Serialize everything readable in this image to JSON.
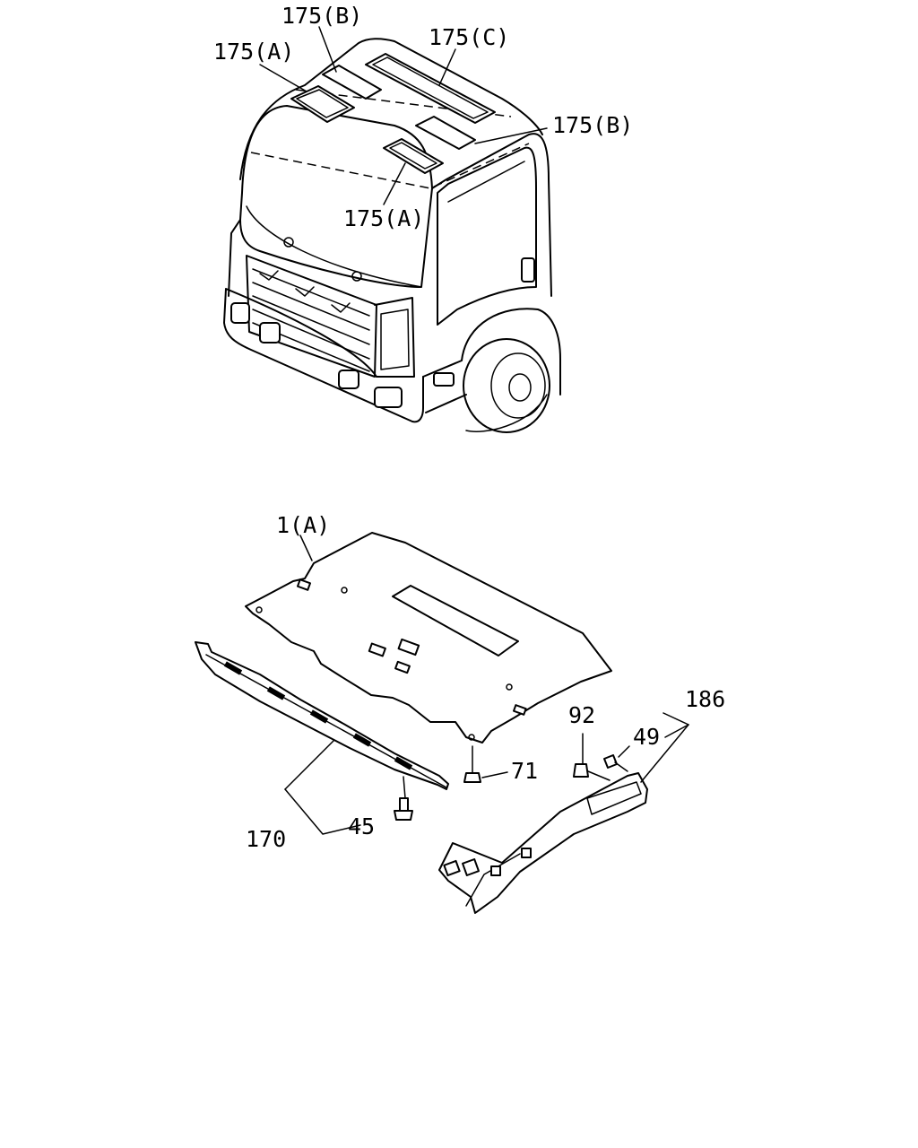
{
  "callouts": {
    "roof_175a_left": "175(A)",
    "roof_175b_top": "175(B)",
    "roof_175c": "175(C)",
    "roof_175b_right": "175(B)",
    "roof_175a_lower": "175(A)",
    "headlining_1a": "1(A)",
    "nut_71": "71",
    "screw_45": "45",
    "trim_170": "170",
    "clip_92": "92",
    "bolt_49": "49",
    "pillar_trim_186": "186"
  }
}
